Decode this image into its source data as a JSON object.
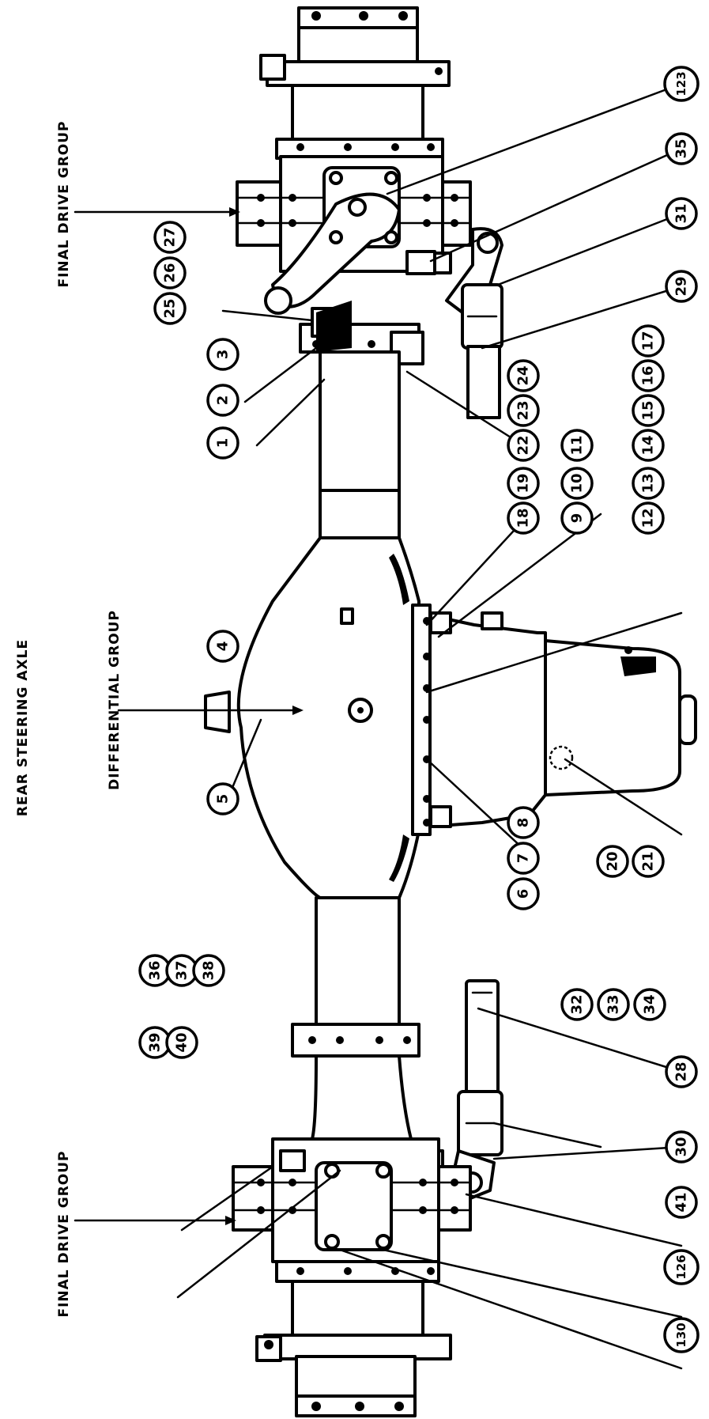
{
  "title": "REAR STEERING AXLE",
  "groups": {
    "final_drive_top": "FINAL DRIVE GROUP",
    "differential": "DIFFERENTIAL GROUP",
    "final_drive_bottom": "FINAL DRIVE GROUP"
  },
  "callouts": [
    "1",
    "2",
    "3",
    "4",
    "5",
    "6",
    "7",
    "8",
    "9",
    "10",
    "11",
    "12",
    "13",
    "14",
    "15",
    "16",
    "17",
    "18",
    "19",
    "20",
    "21",
    "22",
    "23",
    "24",
    "25",
    "26",
    "27",
    "28",
    "29",
    "30",
    "31",
    "32",
    "33",
    "34",
    "35",
    "36",
    "37",
    "38",
    "39",
    "40",
    "41",
    "123",
    "126",
    "130"
  ]
}
